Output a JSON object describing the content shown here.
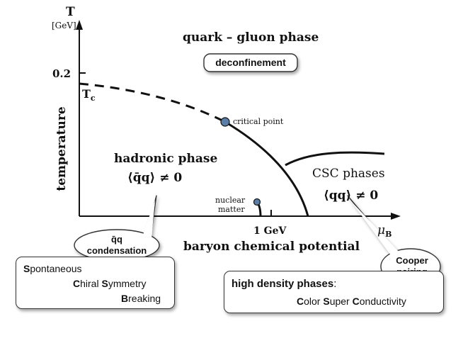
{
  "axes": {
    "y_symbol": "T",
    "y_unit": "[GeV]",
    "y_tick": "0.2",
    "y_label": "temperature",
    "tc_label": "T",
    "tc_sub": "c",
    "x_symbol": "μ",
    "x_sub": "B",
    "x_tick": "1 GeV",
    "x_label": "baryon chemical potential"
  },
  "phases": {
    "qgp": "quark – gluon phase",
    "deconfinement": "deconfinement",
    "hadronic": "hadronic phase",
    "hadronic_cond": "⟨q̄q⟩ ≠ 0",
    "csc": "CSC phases",
    "csc_cond": "⟨qq⟩ ≠ 0"
  },
  "points": {
    "critical": "critical point",
    "nuclear_1": "nuclear",
    "nuclear_2": "matter"
  },
  "bubbles": {
    "condensation_1": "q̄q",
    "condensation_2": "condensation",
    "cooper_1": "Cooper",
    "cooper_2": "pairing"
  },
  "boxes": {
    "schsb": [
      {
        "cap": "S",
        "rest": "pontaneous"
      },
      {
        "cap": "C",
        "rest": "hiral "
      },
      {
        "cap": "S",
        "rest": "ymmetry"
      },
      {
        "cap": "B",
        "rest": "reaking"
      }
    ],
    "hd_title": "high density phases",
    "hd_colon": ":",
    "csc_words": [
      {
        "cap": "C",
        "rest": "olor "
      },
      {
        "cap": "S",
        "rest": "uper "
      },
      {
        "cap": "C",
        "rest": "onductivity"
      }
    ]
  },
  "colors": {
    "line": "#111111",
    "point_fill": "#5b7ea6",
    "box_border": "#333333"
  }
}
